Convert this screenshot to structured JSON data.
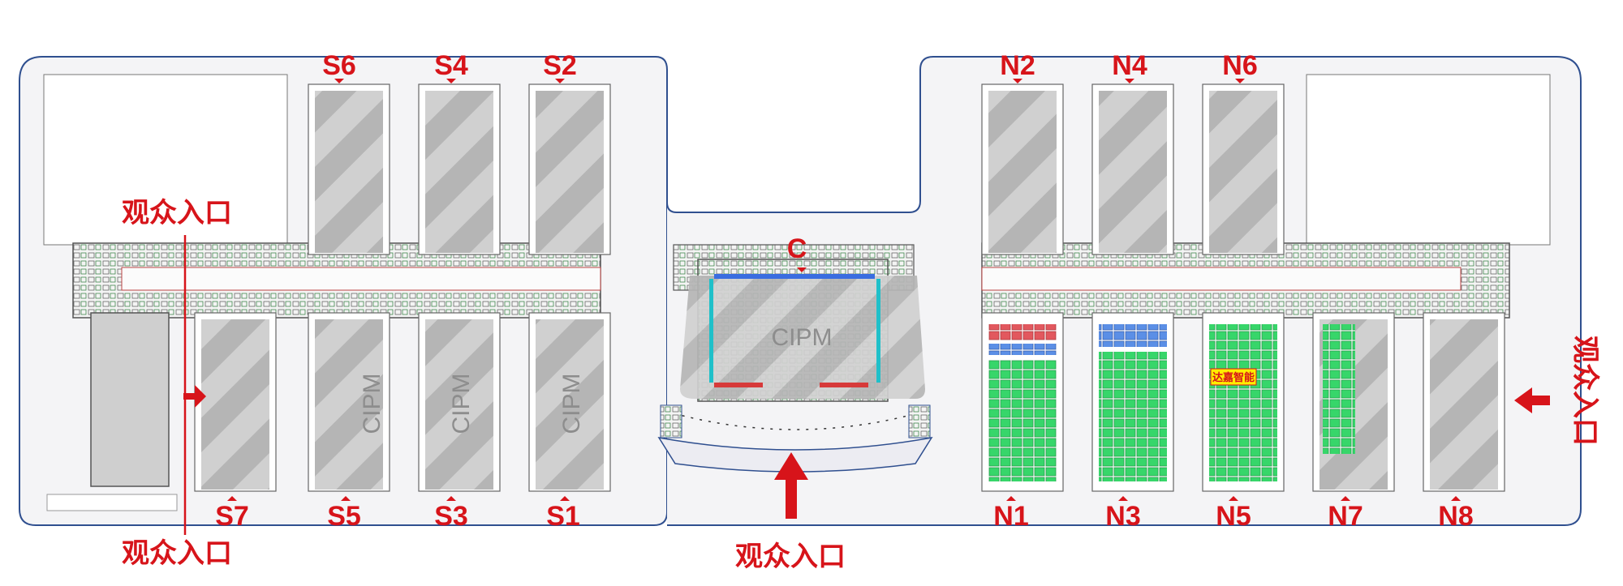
{
  "hall_labels": {
    "s6": "S6",
    "s4": "S4",
    "s2": "S2",
    "n2": "N2",
    "n4": "N4",
    "n6": "N6",
    "s7": "S7",
    "s5": "S5",
    "s3": "S3",
    "s1": "S1",
    "n1": "N1",
    "n3": "N3",
    "n5": "N5",
    "n7": "N7",
    "n8": "N8",
    "c": "C"
  },
  "entrances": {
    "west_upper": "观众入口",
    "west_lower": "观众入口",
    "south_center": "观众入口",
    "east": "观众入口"
  },
  "occupied_labels": {
    "s5": "CIPM",
    "s3": "CIPM",
    "s1": "CIPM",
    "c": "CIPM"
  },
  "booth_highlight": "达嘉智能",
  "colors": {
    "accent": "#d7141a",
    "hatch_fill": "#c6c6c6",
    "booth_green": "#37d66a",
    "booth_blue": "#5b8fe6",
    "highlight_yellow": "#ffee00",
    "outline": "#2f4f8f"
  }
}
